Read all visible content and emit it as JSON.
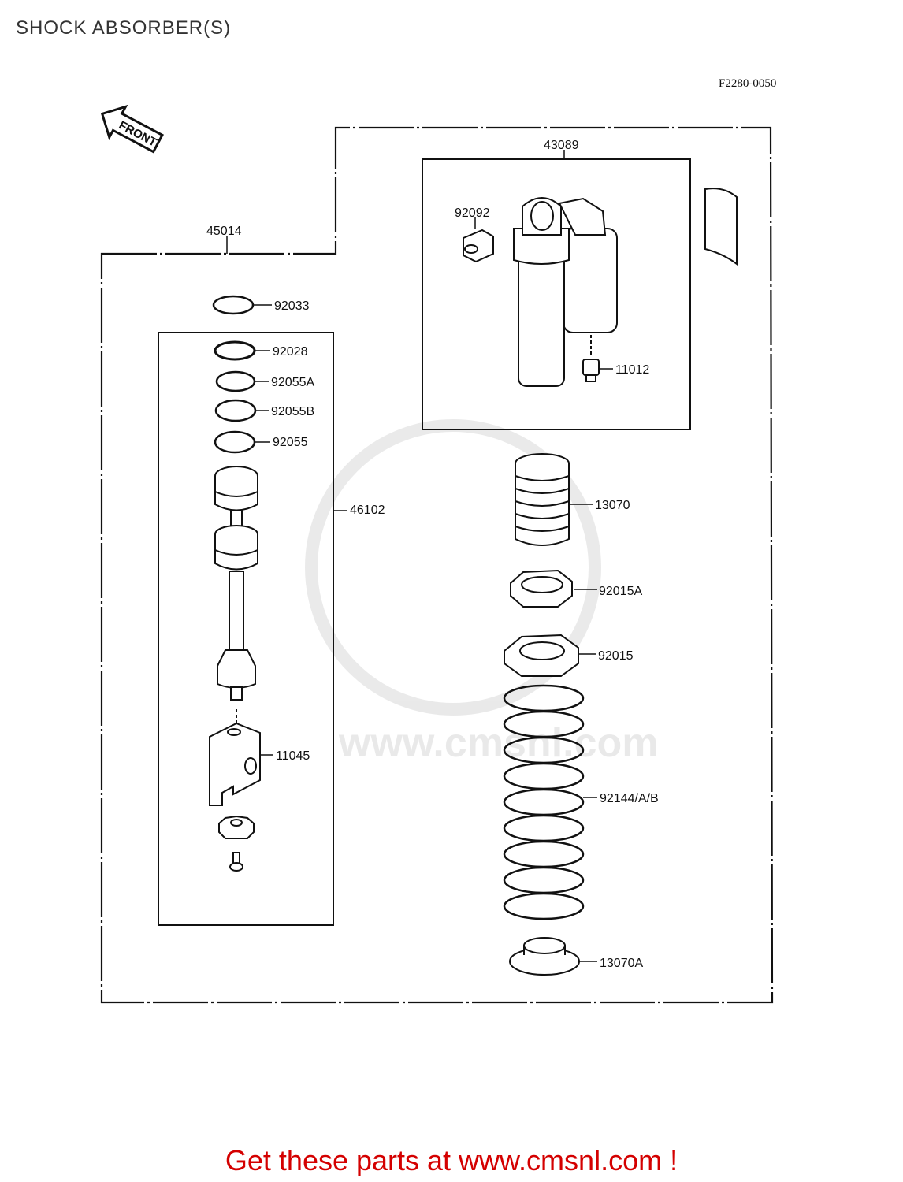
{
  "page": {
    "title": "SHOCK ABSORBER(S)",
    "figure_code": "F2280-0050"
  },
  "diagram": {
    "front_label": "FRONT",
    "watermark": "www.cmsnl.com",
    "callouts": {
      "assembly_outer": "45014",
      "assembly_reservoir": "43089",
      "assembly_inner": "46102",
      "p92033": "92033",
      "p92028": "92028",
      "p92055A": "92055A",
      "p92055B": "92055B",
      "p92055": "92055",
      "p92092": "92092",
      "p11012": "11012",
      "p13070": "13070",
      "p92015A": "92015A",
      "p92015": "92015",
      "p11045": "11045",
      "p92144": "92144/A/B",
      "p13070A": "13070A"
    }
  },
  "footer": {
    "promo": "Get these parts at www.cmsnl.com !"
  }
}
